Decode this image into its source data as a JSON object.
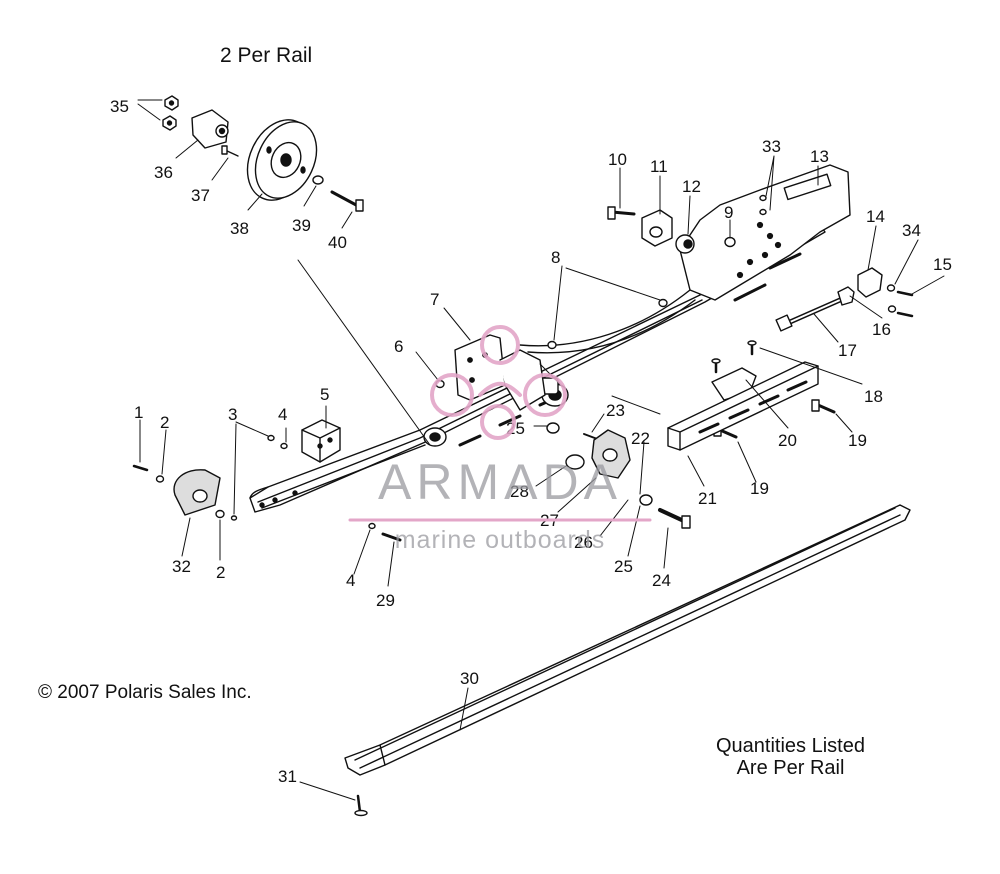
{
  "header": {
    "per_rail_note": "2 Per Rail"
  },
  "footer": {
    "copyright": "© 2007 Polaris Sales Inc.",
    "quantities_line1": "Quantities Listed",
    "quantities_line2": "Are Per Rail"
  },
  "watermark": {
    "brand": "ARMADA",
    "subtitle": "marine outboards",
    "color": "#e3a6c8"
  },
  "callouts": {
    "n1": "1",
    "n2": "2",
    "n3": "3",
    "n4": "4",
    "n5": "5",
    "n6": "6",
    "n7": "7",
    "n8": "8",
    "n9": "9",
    "n10": "10",
    "n11": "11",
    "n12": "12",
    "n13": "13",
    "n14": "14",
    "n15": "15",
    "n16": "16",
    "n17": "17",
    "n18": "18",
    "n19": "19",
    "n20": "20",
    "n21": "21",
    "n22": "22",
    "n23": "23",
    "n24": "24",
    "n25": "25",
    "n26": "26",
    "n27": "27",
    "n28": "28",
    "n29": "29",
    "n30": "30",
    "n31": "31",
    "n32": "32",
    "n33": "33",
    "n34": "34",
    "n35": "35",
    "n36": "36",
    "n37": "37",
    "n38": "38",
    "n39": "39",
    "n40": "40"
  }
}
